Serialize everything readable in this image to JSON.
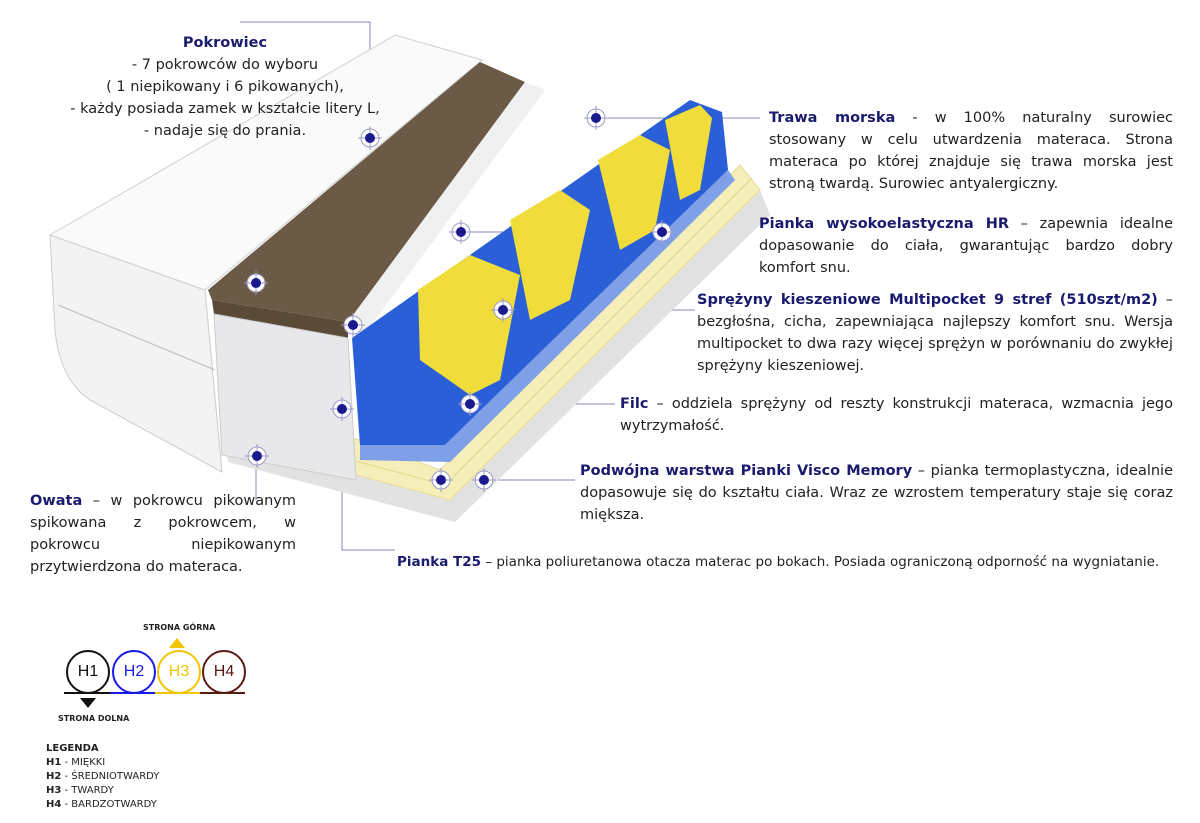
{
  "pokrowiec": {
    "title": "Pokrowiec",
    "lines": [
      "- 7 pokrowców do wyboru",
      "( 1 niepikowany i 6 pikowanych),",
      "-  każdy posiada zamek w kształcie litery L,",
      "- nadaje się do prania."
    ]
  },
  "trawa": {
    "title": "Trawa morska",
    "text": " - w 100% naturalny surowiec stosowany w celu utwardzenia materaca. Strona materaca po której znajduje się trawa morska jest stroną twardą. Surowiec antyalergiczny."
  },
  "hr": {
    "title": "Pianka wysokoelastyczna HR",
    "text": " – zapewnia idealne dopasowanie do ciała, gwarantując bardzo dobry komfort snu."
  },
  "sprezyny": {
    "title": "Sprężyny kieszeniowe Multipocket 9 stref (510szt/m2)",
    "text": " – bezgłośna, cicha, zapewniająca najlepszy komfort snu. Wersja multipocket to dwa razy więcej sprężyn w porównaniu do zwykłej sprężyny kieszeniowej."
  },
  "filc": {
    "title": "Filc",
    "text": " – oddziela sprężyny od reszty konstrukcji materaca, wzmacnia jego wytrzymałość."
  },
  "visco": {
    "title": "Podwójna warstwa Pianki Visco Memory",
    "text": " – pianka termoplastyczna, idealnie dopasowuje się do kształtu ciała. Wraz ze wzrostem temperatury staje się coraz miększa."
  },
  "owata": {
    "title": "Owata",
    "text": " – w pokrowcu pikowanym spikowana z pokrowcem, w pokrowcu niepikowanym przytwierdzona do materaca."
  },
  "t25": {
    "title": "Pianka T25",
    "text": " – pianka poliuretanowa otacza materac po bokach. Posiada ograniczoną odporność na wygniatanie."
  },
  "hardness": {
    "top_label": "STRONA GÓRNA",
    "bottom_label": "STRONA DOLNA",
    "levels": [
      {
        "code": "H1",
        "color": "#111111"
      },
      {
        "code": "H2",
        "color": "#1a1ae6"
      },
      {
        "code": "H3",
        "color": "#f2c400"
      },
      {
        "code": "H4",
        "color": "#5a1a14"
      }
    ]
  },
  "legend": {
    "title": "LEGENDA",
    "items": [
      {
        "code": "H1",
        "label": "MIĘKKI"
      },
      {
        "code": "H2",
        "label": "ŚREDNIOTWARDY"
      },
      {
        "code": "H3",
        "label": "TWARDY"
      },
      {
        "code": "H4",
        "label": "BARDZOTWARDY"
      }
    ]
  }
}
